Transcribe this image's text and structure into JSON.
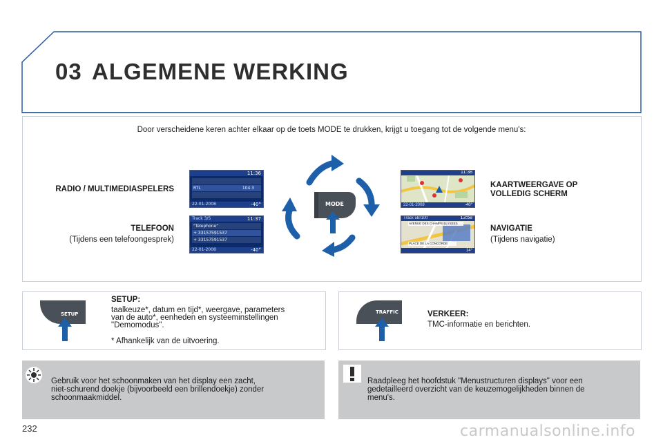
{
  "header": {
    "chapter_number": "03",
    "chapter_title": "ALGEMENE WERKING"
  },
  "intro": "Door verscheidene keren achter elkaar op de toets MODE te drukken, krijgt u toegang tot de volgende menu's:",
  "menus": {
    "radio": "RADIO / MULTIMEDIASPELERS",
    "telephone_title": "TELEFOON",
    "telephone_note": "(Tijdens een telefoongesprek)",
    "map_title_line1": "KAARTWEERGAVE OP",
    "map_title_line2": "VOLLEDIG SCHERM",
    "navigation_title": "NAVIGATIE",
    "navigation_note": "(Tijdens navigatie)"
  },
  "mode_button": {
    "label": "MODE"
  },
  "screens": {
    "radio": {
      "clock": "11:36",
      "station": "RTL",
      "frequency": "104.3",
      "date": "22-01-2008",
      "temp": "-40°"
    },
    "phone": {
      "clock": "11:37",
      "track": "Track 3/5",
      "entry1": "\"Telephone\"",
      "entry2": "+ 33157591537",
      "entry3": "+ 33157591537",
      "date": "22-01-2008",
      "temp": "-40°"
    },
    "map": {
      "clock": "11:38",
      "date": "22-01-2008",
      "temp": "-40°"
    },
    "nav": {
      "clock": "13:58",
      "track": "Track 5B/100",
      "street1": "AVENUE DES CHAMPS ELYSEES",
      "street2": "PLACE DE LA CONCORDE",
      "temp": "14°"
    }
  },
  "setup": {
    "button_label": "SETUP",
    "title": "SETUP:",
    "line1": "taalkeuze*, datum en tijd*, weergave, parameters",
    "line2": "van de auto*, eenheden en systeeminstellingen",
    "line3": "\"Demomodus\".",
    "footnote": "* Afhankelijk van de uitvoering."
  },
  "traffic": {
    "button_label": "TRAFFIC",
    "title": "VERKEER:",
    "text": "TMC-informatie en berichten."
  },
  "notes": {
    "left_line1": "Gebruik voor het schoonmaken van het display een zacht,",
    "left_line2": "niet-schurend doekje (bijvoorbeeld een brillendoekje) zonder",
    "left_line3": "schoonmaakmiddel.",
    "right_line1": "Raadpleeg het hoofdstuk \"Menustructuren displays\" voor een",
    "right_line2": "gedetailleerd overzicht van de keuzemogelijkheden binnen de",
    "right_line3": "menu's."
  },
  "page_number": "232",
  "watermark": "carmanualsonline.info",
  "colors": {
    "accent_blue": "#1e5aa8",
    "arrow_blue": "#1d5fa8",
    "panel_grey": "#c8c9cb",
    "button_dark": "#4a5058"
  }
}
